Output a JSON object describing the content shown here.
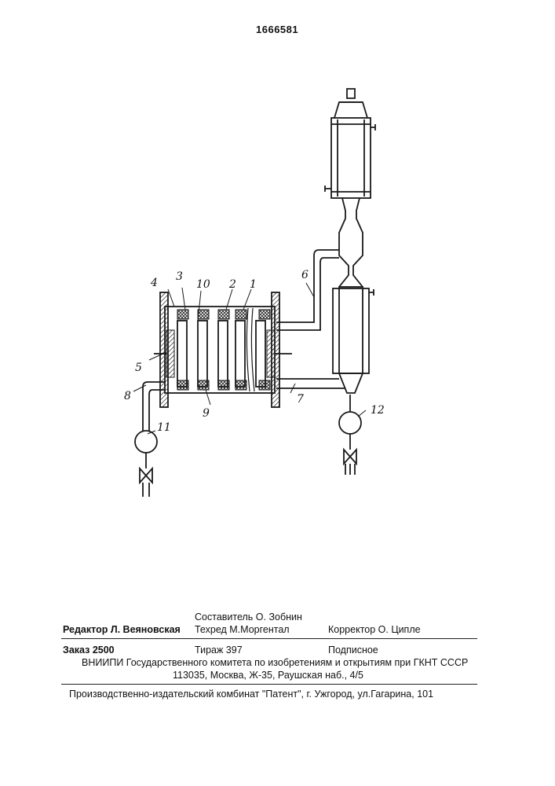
{
  "patent_number": "1666581",
  "figure_labels": {
    "l1": "1",
    "l2": "2",
    "l3": "3",
    "l4": "4",
    "l5": "5",
    "l6": "6",
    "l7": "7",
    "l8": "8",
    "l9": "9",
    "l10": "10",
    "l11": "11",
    "l12": "12"
  },
  "imprint": {
    "editor": "Редактор  Л. Веяновская",
    "compiler": "Составитель  О. Зобнин",
    "techred": "Техред М.Моргентал",
    "corrector": "Корректор  О. Ципле",
    "order": "Заказ  2500",
    "circulation": "Тираж 397",
    "subscription": "Подписное",
    "vniipi": "ВНИИПИ Государственного комитета по изобретениям и открытиям при ГКНТ СССР",
    "address": "113035, Москва, Ж-35, Раушская наб., 4/5",
    "publisher": "Производственно-издательский комбинат \"Патент\", г. Ужгород, ул.Гагарина, 101"
  }
}
